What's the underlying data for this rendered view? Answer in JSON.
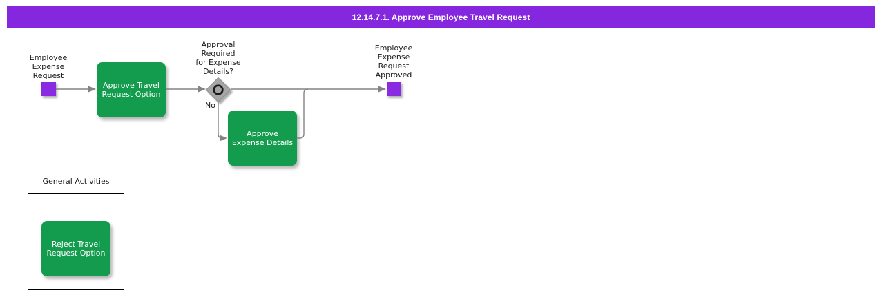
{
  "header": {
    "title": "12.14.7.1. Approve Employee Travel Request"
  },
  "colors": {
    "header_bg": "#8527DF",
    "header_text": "#FFFFFF",
    "task_fill": "#149C4E",
    "task_text": "#FFFFFF",
    "event_fill": "#8A2BE2",
    "gateway_fill": "#A6A6A6",
    "gateway_ring": "#1A1A1A",
    "connector": "#848484",
    "label_text": "#1A1A1A",
    "group_border": "#000000",
    "canvas_bg": "#FFFFFF"
  },
  "flow": {
    "start_event": {
      "label": "Employee\nExpense\nRequest"
    },
    "task_approve_travel": {
      "label": "Approve Travel\nRequest Option"
    },
    "gateway": {
      "question": "Approval\nRequired\nfor Expense\nDetails?",
      "branch_label": "No"
    },
    "task_approve_expense": {
      "label": "Approve\nExpense Details"
    },
    "end_event": {
      "label": "Employee\nExpense\nRequest\nApproved"
    }
  },
  "general_activities": {
    "title": "General Activities",
    "task_reject_travel": {
      "label": "Reject Travel\nRequest Option"
    }
  }
}
